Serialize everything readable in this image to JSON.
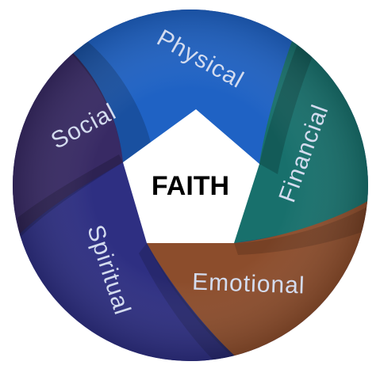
{
  "center": {
    "label": "FAITH"
  },
  "segments": [
    {
      "key": "physical",
      "label": "Physical",
      "color": "#1f62c4",
      "shade": "#134a9a"
    },
    {
      "key": "financial",
      "label": "Financial",
      "color": "#18706c",
      "shade": "#11504d"
    },
    {
      "key": "emotional",
      "label": "Emotional",
      "color": "#8c4d2c",
      "shade": "#6b3821"
    },
    {
      "key": "spiritual",
      "label": "Spiritual",
      "color": "#2e2f82",
      "shade": "#22236a"
    },
    {
      "key": "social",
      "label": "Social",
      "color": "#382a64",
      "shade": "#2a1f4e"
    }
  ]
}
